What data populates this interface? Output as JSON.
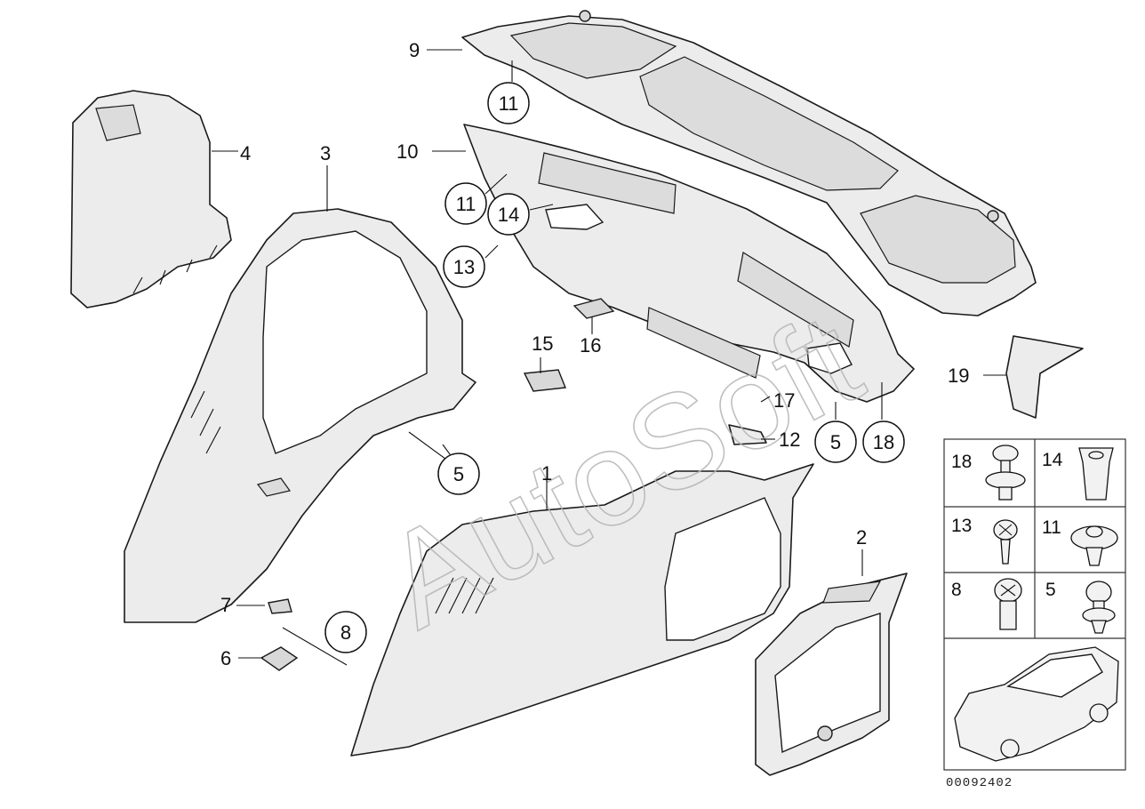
{
  "diagram": {
    "watermark": "AutoSoft",
    "drawing_code": "00092402",
    "callouts": {
      "c1": "1",
      "c2": "2",
      "c3": "3",
      "c4": "4",
      "c5a": "5",
      "c5b": "5",
      "c6": "6",
      "c7": "7",
      "c8": "8",
      "c9": "9",
      "c10": "10",
      "c11a": "11",
      "c11b": "11",
      "c12": "12",
      "c13": "13",
      "c14": "14",
      "c15": "15",
      "c16": "16",
      "c17": "17",
      "c18": "18",
      "c19": "19"
    },
    "legend": {
      "items": [
        "18",
        "14",
        "13",
        "11",
        "8",
        "5"
      ]
    }
  }
}
